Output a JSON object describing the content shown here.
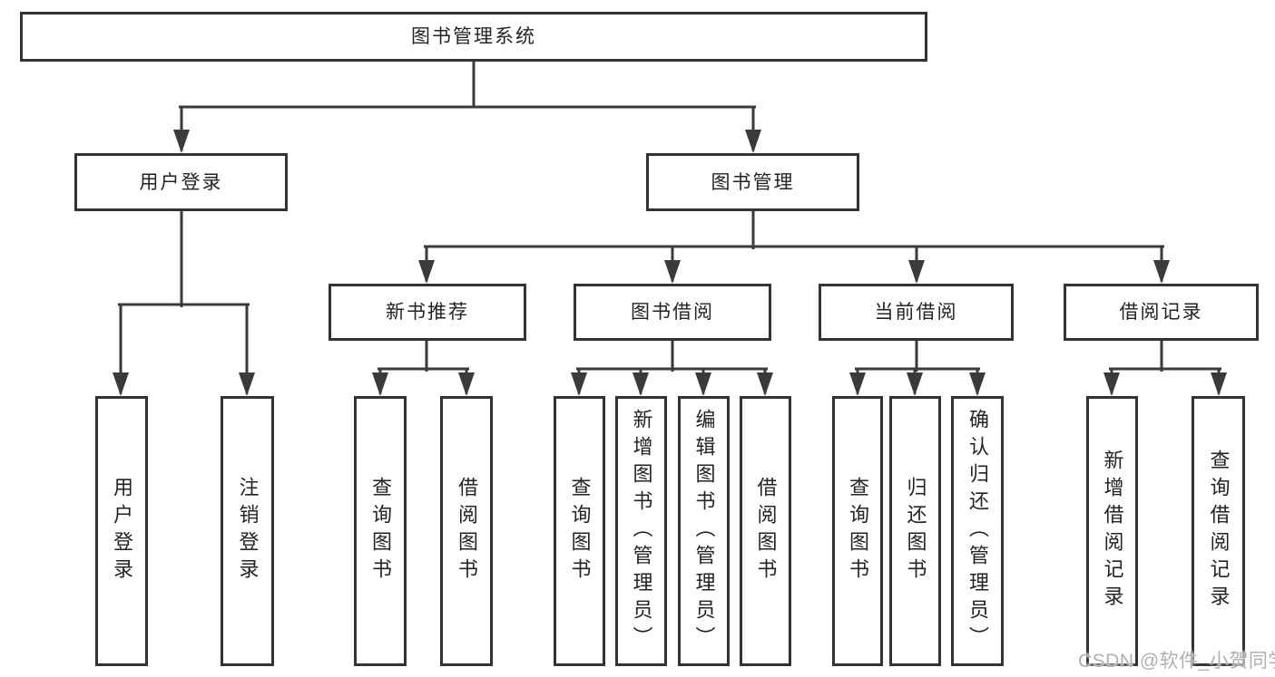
{
  "colors": {
    "line": "#3a3a3a",
    "box_border": "#333333",
    "text": "#232323",
    "watermark": "#b0b0b0",
    "background": "#ffffff"
  },
  "watermark": {
    "text": "CSDN @软件_小贺同学"
  },
  "tree": {
    "root": {
      "label": "图书管理系统",
      "children": [
        {
          "label": "用户登录",
          "children": [
            {
              "label": "用户登录"
            },
            {
              "label": "注销登录"
            }
          ]
        },
        {
          "label": "图书管理",
          "children": [
            {
              "label": "新书推荐",
              "children": [
                {
                  "label": "查询图书"
                },
                {
                  "label": "借阅图书"
                }
              ]
            },
            {
              "label": "图书借阅",
              "children": [
                {
                  "label": "查询图书"
                },
                {
                  "label": "新增图书（管理员）"
                },
                {
                  "label": "编辑图书（管理员）"
                },
                {
                  "label": "借阅图书"
                }
              ]
            },
            {
              "label": "当前借阅",
              "children": [
                {
                  "label": "查询图书"
                },
                {
                  "label": "归还图书"
                },
                {
                  "label": "确认归还（管理员）"
                }
              ]
            },
            {
              "label": "借阅记录",
              "children": [
                {
                  "label": "新增借阅记录"
                },
                {
                  "label": "查询借阅记录"
                }
              ]
            }
          ]
        }
      ]
    }
  }
}
